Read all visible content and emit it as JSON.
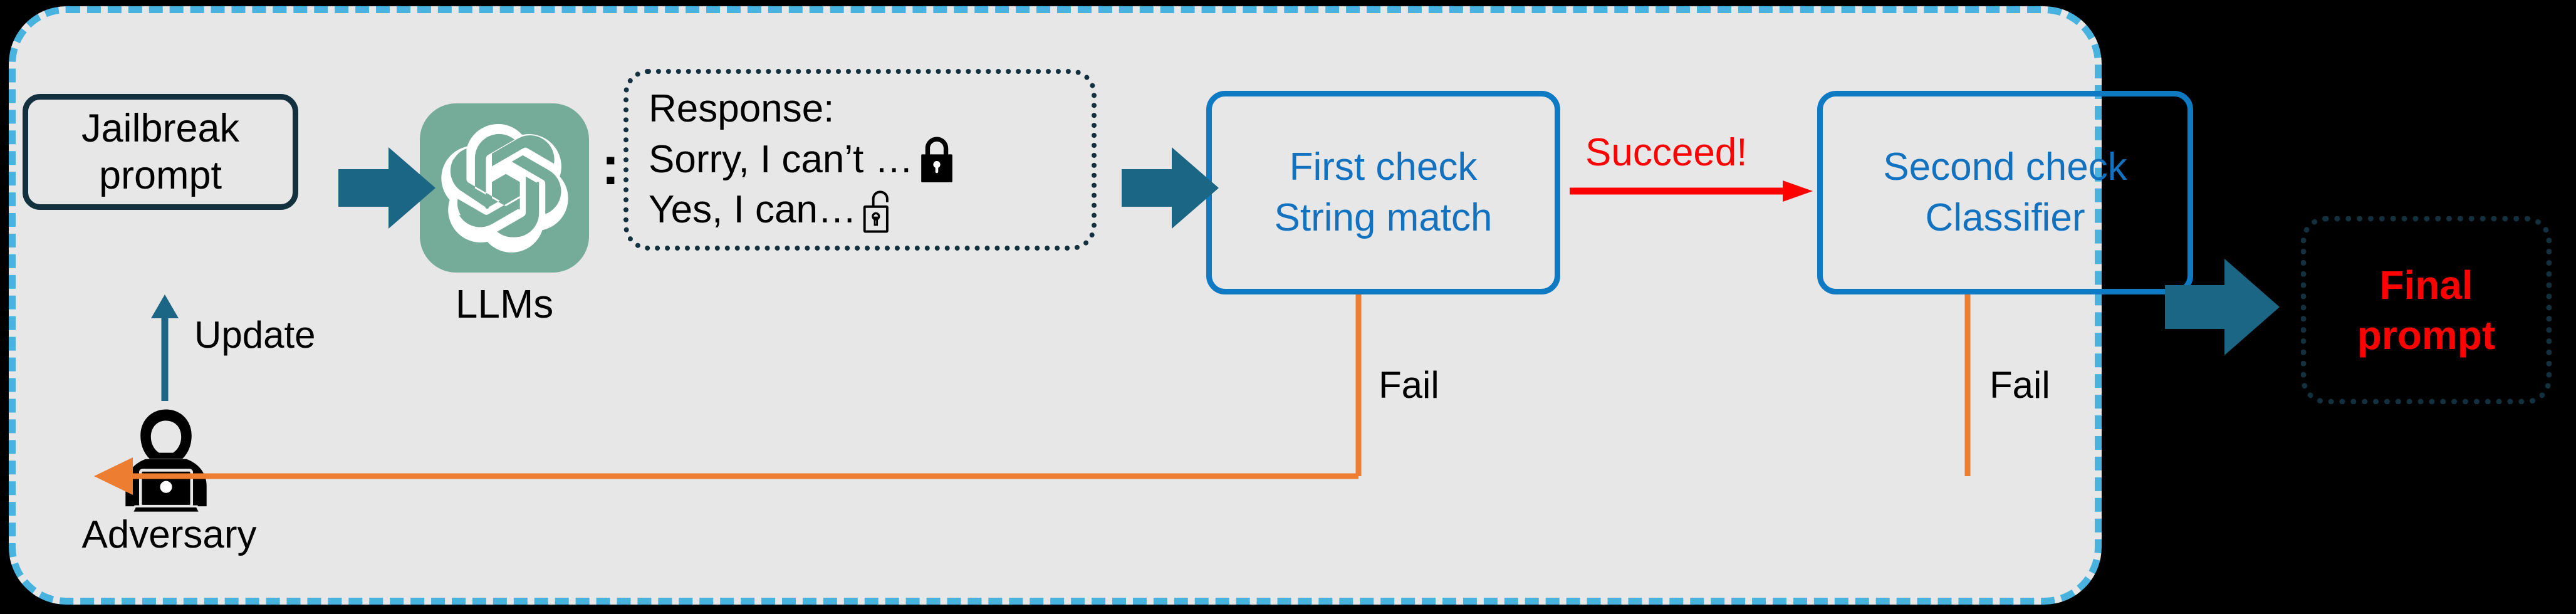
{
  "diagram": {
    "title": "Jailbreak prompt evaluation pipeline",
    "background_color": "#000000",
    "container_fill": "#e7e7e7",
    "container_border_color": "#49b3e0"
  },
  "nodes": {
    "jailbreak": {
      "line1": "Jailbreak",
      "line2": "prompt",
      "border_color": "#12303d"
    },
    "llm": {
      "label": "LLMs",
      "tile_color": "#74ab99",
      "icon": "openai-logo-icon",
      "colon": ":"
    },
    "response": {
      "heading": "Response:",
      "line_refusal": "Sorry, I can’t …",
      "line_compliance": "Yes, I can…",
      "icon_refusal": "closed-lock-icon",
      "icon_compliance": "open-lock-icon",
      "border_color": "#12303d"
    },
    "first_check": {
      "line1": "First check",
      "line2": "String match",
      "color": "#1272c0"
    },
    "second_check": {
      "line1": "Second check",
      "line2": "Classifier",
      "color": "#1272c0"
    },
    "final": {
      "line1": "Final",
      "line2": "prompt",
      "color": "#ff0000",
      "border_color": "#12303d"
    },
    "adversary": {
      "label": "Adversary",
      "icon": "hooded-hacker-laptop-icon"
    }
  },
  "edges": {
    "update": {
      "label": "Update",
      "color": "#1b6585"
    },
    "prompt_to_llm": {
      "label": "",
      "color": "#1b6585",
      "icon": "right-arrow-icon"
    },
    "response_to_first_check": {
      "label": "",
      "color": "#1b6585",
      "icon": "right-arrow-icon"
    },
    "succeed": {
      "label": "Succeed!",
      "color": "#ff0000"
    },
    "fail_first": {
      "label": "Fail",
      "color": "#ed7d31"
    },
    "fail_second": {
      "label": "Fail",
      "color": "#ed7d31"
    },
    "to_final": {
      "label": "",
      "color": "#1b6585",
      "icon": "right-arrow-icon"
    }
  },
  "colors": {
    "accent_blue": "#0f7ac4",
    "light_blue_dash": "#49b3e0",
    "dark_navy": "#12303d",
    "arrow_teal": "#1b6585",
    "orange": "#ed7d31",
    "red": "#ff0000",
    "sage": "#74ab99"
  }
}
